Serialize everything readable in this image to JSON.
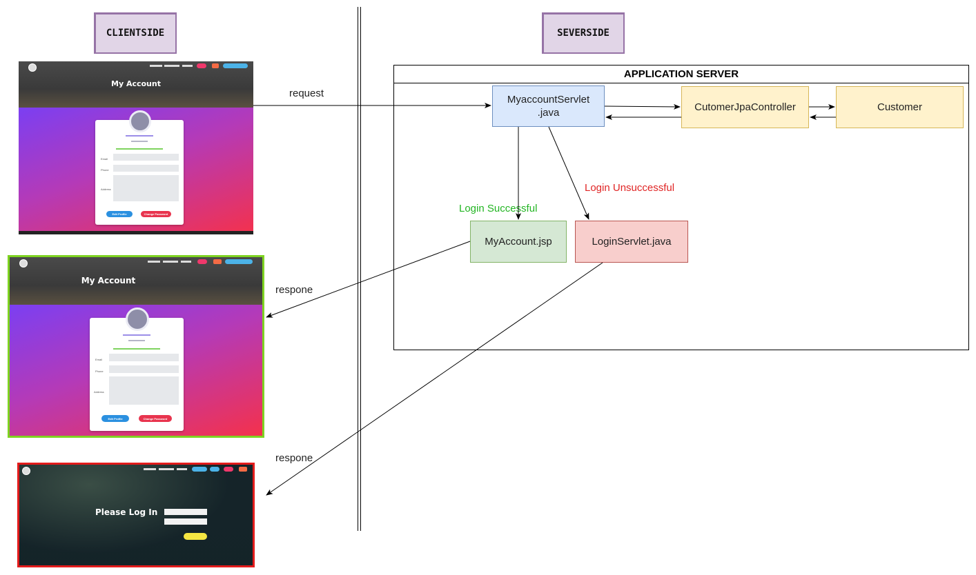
{
  "sections": {
    "client": "CLIENTSIDE",
    "server": "SEVERSIDE"
  },
  "server_box": {
    "title": "APPLICATION SERVER"
  },
  "nodes": {
    "myaccount_servlet": [
      "MyaccountServlet",
      ".java"
    ],
    "controller": "CutomerJpaController",
    "customer": "Customer",
    "myaccount_jsp": "MyAccount.jsp",
    "login_servlet": "LoginServlet.java"
  },
  "edge_labels": {
    "request": "request",
    "response_success": "respone",
    "response_fail": "respone",
    "login_success": "Login Successful",
    "login_unsuccessful": "Login Unsuccessful"
  },
  "screens": {
    "account_page": {
      "title": "My Account",
      "edit_button": "Edit Profile",
      "password_button": "Change Password",
      "field_labels": [
        "Email",
        "Phone",
        "Address"
      ]
    },
    "login_page": {
      "title": "Please Log In"
    }
  },
  "colors": {
    "success_text": "#22b522",
    "fail_text": "#e02424",
    "success_frame": "#7ed321",
    "fail_frame": "#e31b1b",
    "section_fill": "#e1d5e7",
    "section_stroke": "#9673a6"
  }
}
